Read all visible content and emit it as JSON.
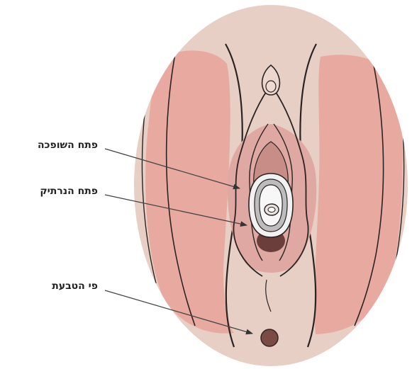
{
  "labels": {
    "urethral_opening": "פתח השופכה",
    "vaginal_opening": "פתח הנרתיק",
    "anus": "פי הטבעת"
  },
  "colors": {
    "skin": "#e8cfc6",
    "outer_labia_tint": "#e8aaa0",
    "inner_tint": "#dfa8a2",
    "outline": "#2b2323",
    "opening_dark": "#6b3d3b",
    "anus": "#7a4a44",
    "leader_line": "#444444"
  }
}
